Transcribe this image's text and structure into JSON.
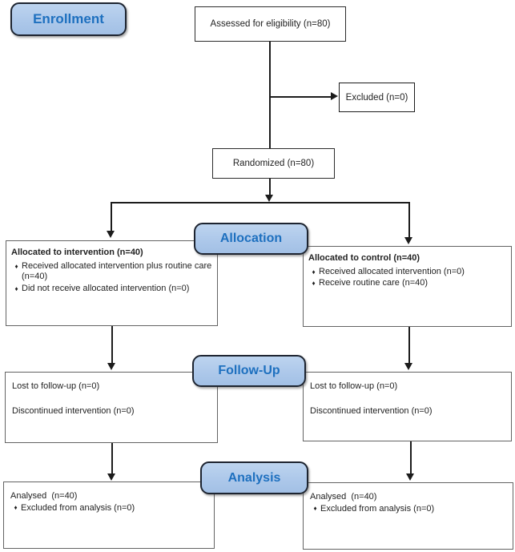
{
  "badges": {
    "enrollment": "Enrollment",
    "allocation": "Allocation",
    "followup": "Follow-Up",
    "analysis": "Analysis"
  },
  "glyphs": {
    "bullet": "♦"
  },
  "colors": {
    "badge_fill": "#adc8ea",
    "badge_text": "#1e70bf",
    "line": "#1c1c1c",
    "box_border_dark": "#2b2b2b",
    "box_border_gray": "#636363"
  },
  "boxes": {
    "assessed": {
      "label": "Assessed for eligibility (n=80)"
    },
    "excluded": {
      "label": "Excluded (n=0)"
    },
    "randomized": {
      "label": "Randomized (n=80)"
    },
    "allocation_intervention": {
      "title": "Allocated to intervention (n=40)",
      "bullets": [
        "Received allocated intervention plus routine care (n=40)",
        "Did not receive allocated intervention (n=0)"
      ]
    },
    "allocation_control": {
      "title": "Allocated to control (n=40)",
      "bullets": [
        "Received allocated intervention (n=0)",
        "Receive routine care (n=40)"
      ]
    },
    "followup_intervention": {
      "lines": [
        "Lost to follow-up (n=0)",
        "Discontinued intervention (n=0)"
      ]
    },
    "followup_control": {
      "lines": [
        "Lost to follow-up (n=0)",
        "Discontinued intervention (n=0)"
      ]
    },
    "analysis_intervention": {
      "line": "Analysed  (n=40)",
      "bullets": [
        "Excluded from analysis (n=0)"
      ]
    },
    "analysis_control": {
      "line": "Analysed  (n=40)",
      "bullets": [
        "Excluded from analysis (n=0)"
      ]
    }
  }
}
